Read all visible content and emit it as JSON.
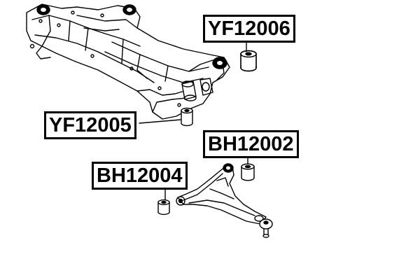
{
  "labels": {
    "yf12006": "YF12006",
    "yf12005": "YF12005",
    "bh12002": "BH12002",
    "bh12004": "BH12004"
  },
  "colors": {
    "line": "#000000",
    "background": "#ffffff"
  }
}
